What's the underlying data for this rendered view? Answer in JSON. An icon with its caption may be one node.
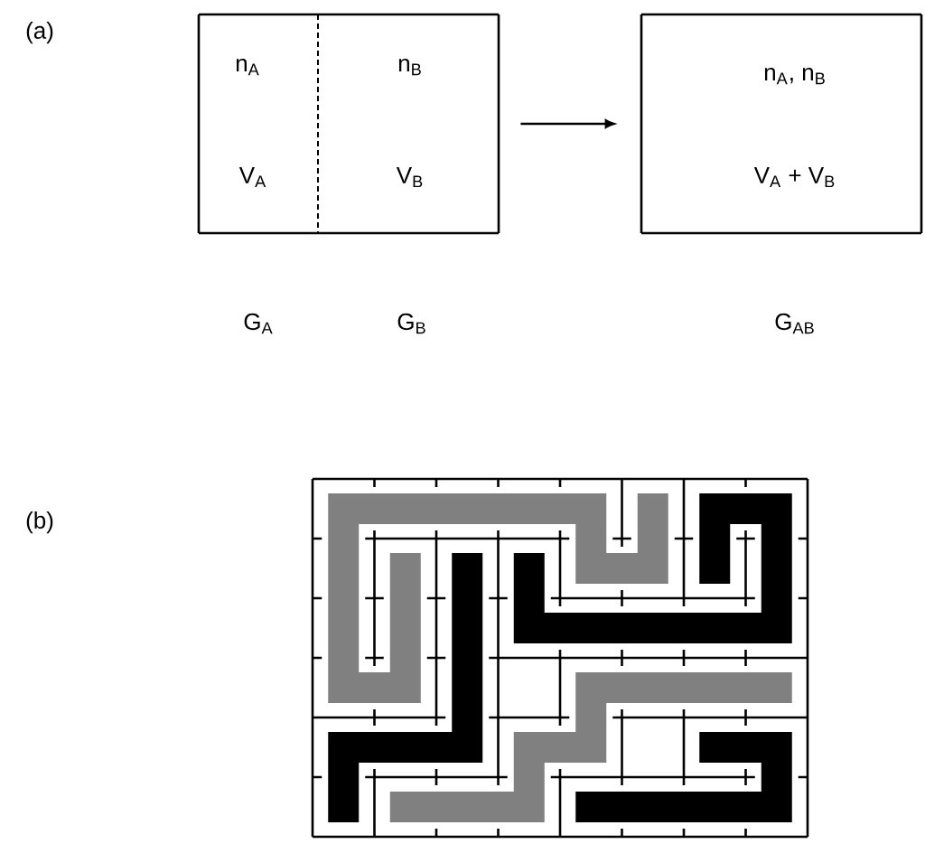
{
  "diagram": {
    "nodes": [
      {
        "text": [
          "n$_{A}$",
          "V$_{A}$"
        ],
        "beside": [
          "G$_{A}$"
        ]
      },
      {
        "text": [
          "n$_{B}$",
          "V$_{B}$"
        ],
        "beside": [
          "G$_{B}$"
        ]
      },
      {
        "text": [
          "n$_{A}$, n$_{B}$",
          "V$_{A}$ + V$_{B}$"
        ],
        "beside": [
          "G$_{AB}$"
        ]
      }
    ],
    "edges": [
      {
        "from": 1,
        "to": 2,
        "arrow": "to"
      }
    ],
    "labels": [
      "(a)",
      "(b)"
    ]
  }
}
